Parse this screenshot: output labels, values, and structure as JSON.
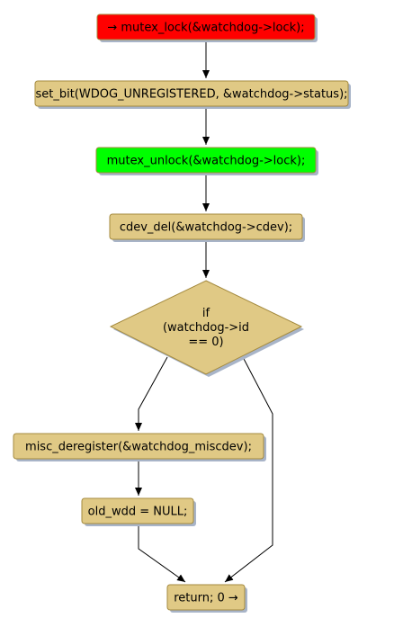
{
  "colors": {
    "lock": "#ff0000",
    "unlock": "#00ff00",
    "step": "#e0c985",
    "border": "#a48a3e",
    "shadow": "#a8b4c8",
    "edge": "#000000"
  },
  "nodes": {
    "lock": "→ mutex_lock(&watchdog->lock);",
    "set_bit": "set_bit(WDOG_UNREGISTERED, &watchdog->status);",
    "unlock": "mutex_unlock(&watchdog->lock);",
    "cdev_del": "cdev_del(&watchdog->cdev);",
    "decision": {
      "line1": "if",
      "line2": "(watchdog->id",
      "line3": "== 0)"
    },
    "misc_deregister": "misc_deregister(&watchdog_miscdev);",
    "old_wdd": "old_wdd = NULL;",
    "return": "return; 0 →"
  }
}
